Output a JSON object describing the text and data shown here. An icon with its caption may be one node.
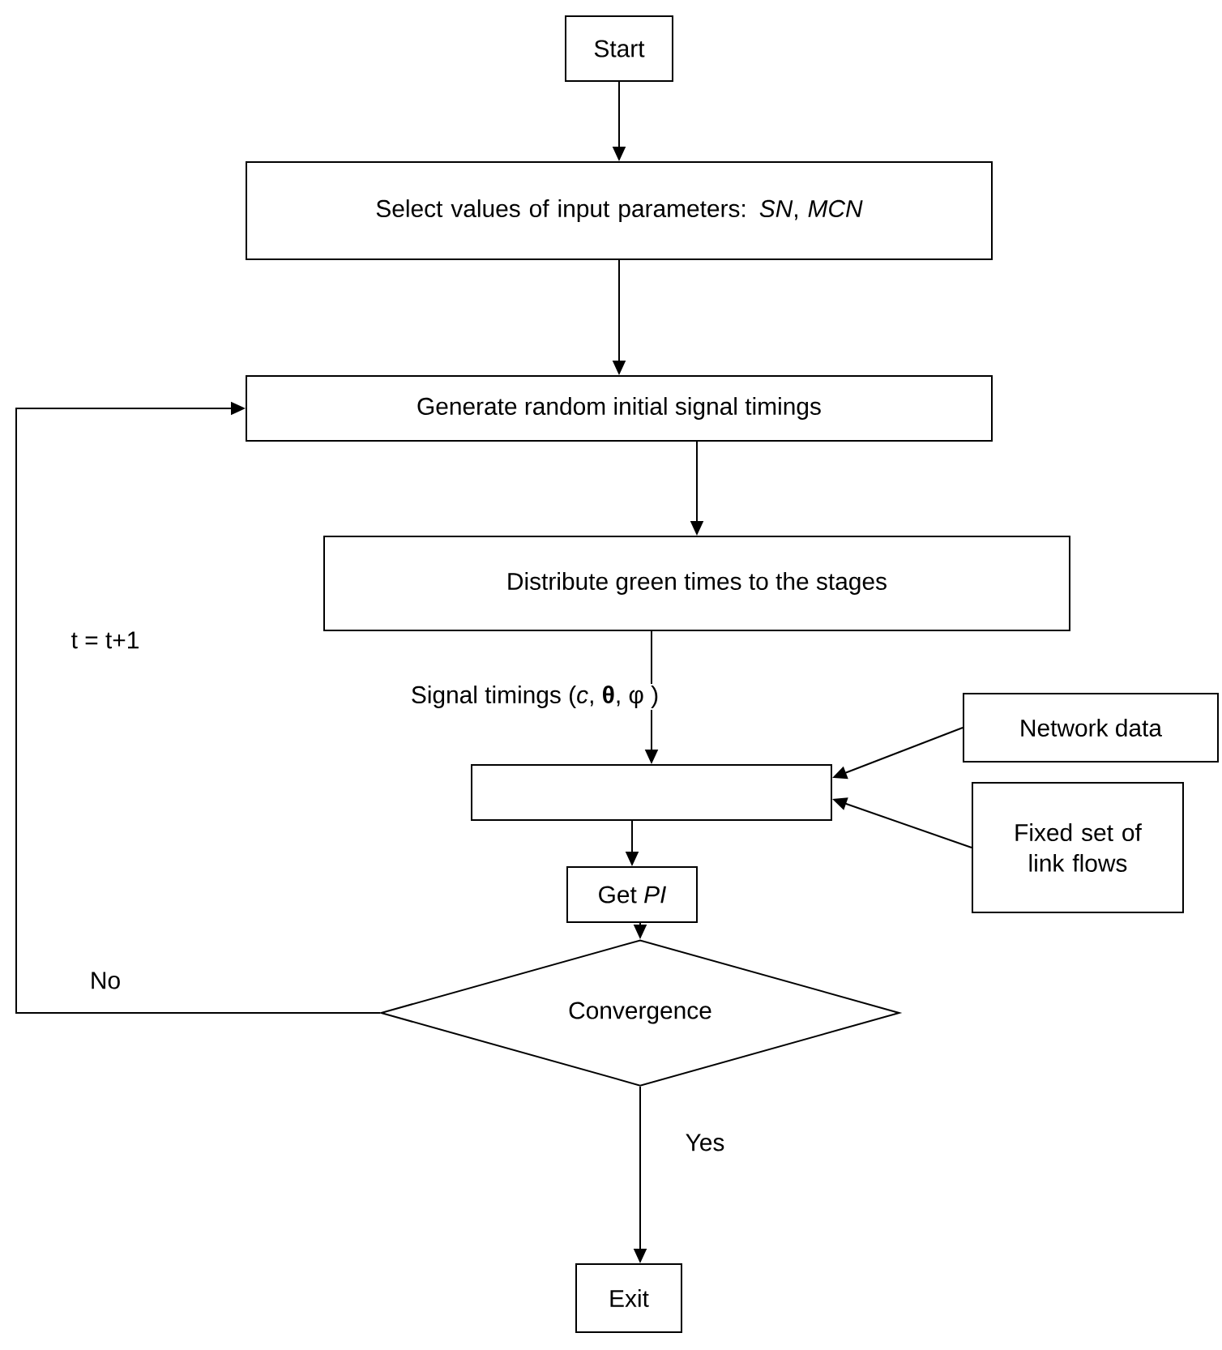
{
  "diagram": {
    "nodes": [
      {
        "text": [
          "Start"
        ]
      },
      {
        "text": [
          "Select values of input parameters: *SN*, *MCN*"
        ]
      },
      {
        "text": [
          "Generate random initial signal timings"
        ]
      },
      {
        "text": [
          "Distribute green times to the stages"
        ]
      },
      {
        "text": [],
        "shape": "box"
      },
      {
        "text": [
          "Network data"
        ]
      },
      {
        "text": [
          "Fixed set of link flows"
        ]
      },
      {
        "text": [
          "Get *PI*"
        ]
      },
      {
        "text": [
          "Convergence"
        ]
      },
      {
        "text": [
          "Exit"
        ]
      }
    ],
    "edges": [
      {
        "from": 0,
        "to": 1,
        "arrow": "to"
      },
      {
        "from": 1,
        "to": 2,
        "arrow": "to"
      },
      {
        "from": 2,
        "to": 3,
        "arrow": "to"
      },
      {
        "from": 3,
        "to": 4,
        "arrow": "to",
        "label": "Signal timings (*c*, **θ**, φ )"
      },
      {
        "from": 5,
        "to": 4,
        "arrow": "to"
      },
      {
        "from": 6,
        "to": 4,
        "arrow": "to"
      },
      {
        "from": 4,
        "to": 7,
        "arrow": "to"
      },
      {
        "from": 7,
        "to": 8,
        "arrow": "to"
      },
      {
        "from": 8,
        "to": 9,
        "arrow": "to",
        "label": "Yes"
      },
      {
        "from": 8,
        "to": 2,
        "arrow": "to",
        "label": "No"
      }
    ],
    "labels": [
      "t = t+1"
    ]
  }
}
